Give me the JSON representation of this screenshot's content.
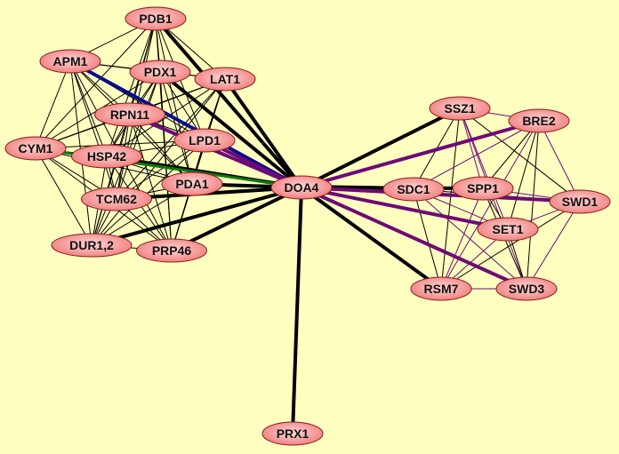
{
  "title": "Protein interaction network",
  "colors": {
    "background": "#ffffc0",
    "node_fill": "#f58a8a",
    "node_center": "#ffd0d0",
    "node_border": "#8a1a1a",
    "black": "#000000",
    "purple": "#6e0a78",
    "blue": "#0a0a8c",
    "green": "#0a7a0a"
  },
  "nodes": [
    "PDB1",
    "APM1",
    "PDX1",
    "LAT1",
    "RPN11",
    "LPD1",
    "CYM1",
    "HSP42",
    "PDA1",
    "TCM62",
    "DOA4",
    "DUR1,2",
    "PRP46",
    "SSZ1",
    "BRE2",
    "SDC1",
    "SPP1",
    "SWD1",
    "SET1",
    "RSM7",
    "SWD3",
    "PRX1"
  ],
  "edges": [
    {
      "s": "DOA4",
      "t": "PDB1",
      "c": "black",
      "w": 4
    },
    {
      "s": "DOA4",
      "t": "PDX1",
      "c": "black",
      "w": 4
    },
    {
      "s": "DOA4",
      "t": "LAT1",
      "c": "black",
      "w": 4
    },
    {
      "s": "DOA4",
      "t": "HSP42",
      "c": "black",
      "w": 4
    },
    {
      "s": "DOA4",
      "t": "PDA1",
      "c": "black",
      "w": 4
    },
    {
      "s": "DOA4",
      "t": "TCM62",
      "c": "black",
      "w": 4
    },
    {
      "s": "DOA4",
      "t": "DUR1,2",
      "c": "black",
      "w": 4
    },
    {
      "s": "DOA4",
      "t": "PRP46",
      "c": "black",
      "w": 4
    },
    {
      "s": "DOA4",
      "t": "PRX1",
      "c": "black",
      "w": 4
    },
    {
      "s": "DOA4",
      "t": "SSZ1",
      "c": "black",
      "w": 4
    },
    {
      "s": "DOA4",
      "t": "SDC1",
      "c": "black",
      "w": 6
    },
    {
      "s": "DOA4",
      "t": "SPP1",
      "c": "black",
      "w": 4
    },
    {
      "s": "DOA4",
      "t": "RSM7",
      "c": "black",
      "w": 4
    },
    {
      "s": "DOA4",
      "t": "APM1",
      "c": "blue",
      "w": 4
    },
    {
      "s": "DOA4",
      "t": "LPD1",
      "c": "purple",
      "w": 4
    },
    {
      "s": "DOA4",
      "t": "RPN11",
      "c": "purple",
      "w": 4
    },
    {
      "s": "DOA4",
      "t": "CYM1",
      "c": "green",
      "w": 3
    },
    {
      "s": "DOA4",
      "t": "BRE2",
      "c": "purple",
      "w": 4
    },
    {
      "s": "DOA4",
      "t": "SWD1",
      "c": "purple",
      "w": 4
    },
    {
      "s": "DOA4",
      "t": "SET1",
      "c": "purple",
      "w": 4
    },
    {
      "s": "DOA4",
      "t": "SWD3",
      "c": "purple",
      "w": 4
    }
  ],
  "clusters": [
    {
      "members": [
        "PDB1",
        "APM1",
        "PDX1",
        "LAT1",
        "RPN11",
        "LPD1",
        "CYM1",
        "HSP42",
        "PDA1",
        "TCM62",
        "DUR1,2",
        "PRP46"
      ],
      "c": "black",
      "w": 1
    },
    {
      "members": [
        "SSZ1",
        "BRE2",
        "SDC1",
        "SPP1",
        "SWD1",
        "SET1",
        "RSM7",
        "SWD3"
      ],
      "c": "purple",
      "w": 1
    }
  ]
}
